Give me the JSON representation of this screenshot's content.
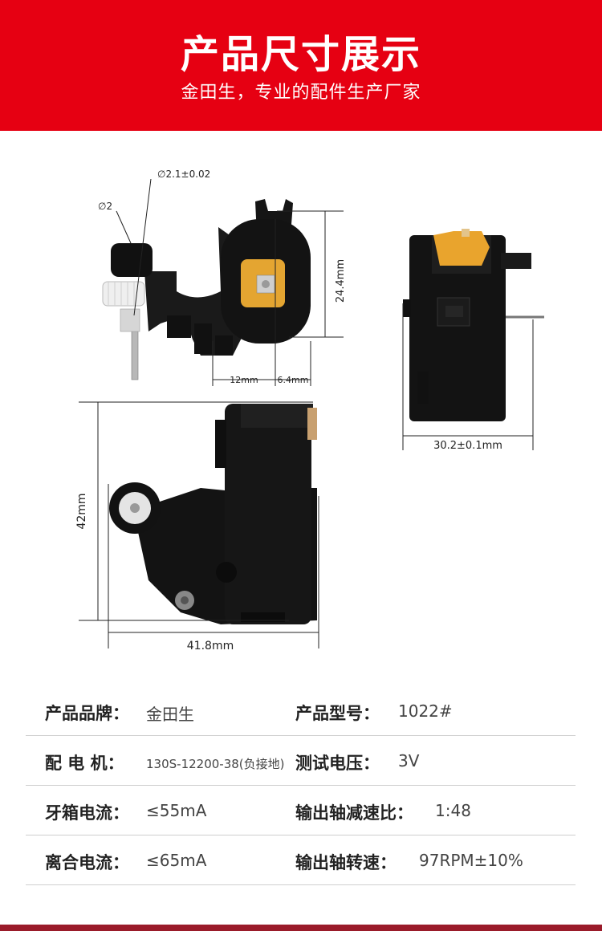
{
  "banner": {
    "title": "产品尺寸展示",
    "subtitle": "金田生，专业的配件生产厂家",
    "color": "#e60012"
  },
  "dimensions": {
    "shaft_dia": "∅2.1±0.02",
    "gear_dia": "∅2",
    "height_right": "24.4mm",
    "width_a": "12mm",
    "width_b": "6.4mm",
    "depth": "30.2±0.1mm",
    "height": "42mm",
    "length": "41.8mm"
  },
  "specs": [
    {
      "label1": "产品品牌：",
      "value1": "金田生",
      "label2": "产品型号：",
      "value2": "1022#"
    },
    {
      "label1": "配 电 机：",
      "value1": "130S-12200-38(负接地)",
      "label2": "测试电压：",
      "value2": "3V"
    },
    {
      "label1": "牙箱电流：",
      "value1": "≤55mA",
      "label2": "输出轴减速比：",
      "value2": "1:48"
    },
    {
      "label1": "离合电流：",
      "value1": "≤65mA",
      "label2": "输出轴转速：",
      "value2": "97RPM±10%"
    }
  ]
}
